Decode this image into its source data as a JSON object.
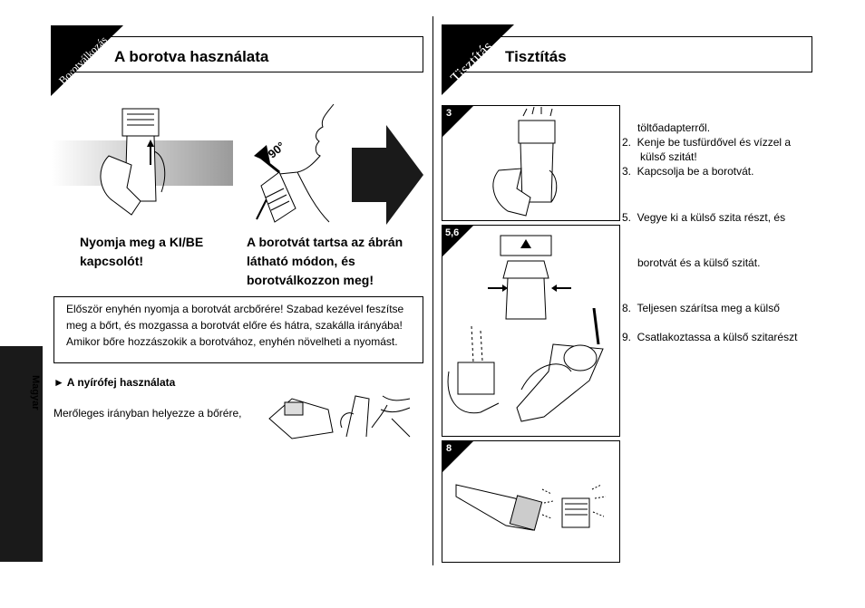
{
  "left": {
    "corner_label": "Borotválkozás",
    "title": "A borotva használata",
    "caption1": [
      "Nyomja meg a KI/BE",
      "kapcsolót!"
    ],
    "caption2": [
      "A borotvát tartsa az ábrán",
      "látható módon, és",
      "borotválkozzon meg!"
    ],
    "angle_label": "90°",
    "note": [
      "Először enyhén nyomja a borotvát arcbőrére! Szabad kezével feszítse",
      "meg a bőrt, és mozgassa a borotvát előre és hátra, szakálla irányába!",
      "Amikor bőre hozzászokik a borotvához, enyhén növelheti a nyomást."
    ],
    "trimmer_heading": "► A nyírófej használata",
    "trimmer_text": "Merőleges irányban helyezze a bőrére,",
    "side_label": "Magyar"
  },
  "right": {
    "corner_label": "Tisztítás",
    "title": "Tisztítás",
    "frames": [
      "3",
      "5,6",
      "8"
    ],
    "steps": [
      "töltőadapterről.",
      "2.  Kenje be tusfürdővel és vízzel a",
      "      külső szitát!",
      "3.  Kapcsolja be a borotvát.",
      "5.  Vegye ki a külső szita részt, és",
      "borotvát és a külső szitát.",
      "8.  Teljesen szárítsa meg a külső",
      "9.  Csatlakoztassa a külső szitarészt"
    ]
  }
}
